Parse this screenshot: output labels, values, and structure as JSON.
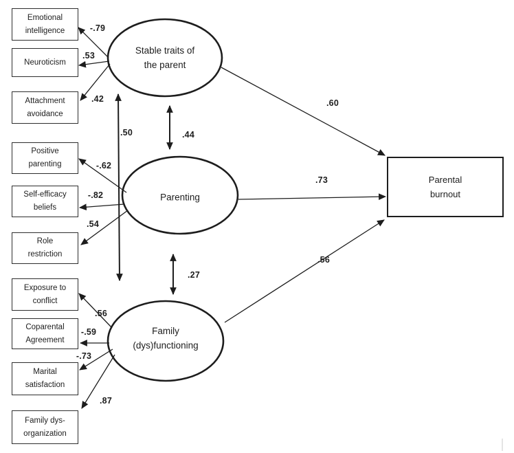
{
  "figure": {
    "background": "#ffffff",
    "line_color": "#1d1d1d"
  },
  "model": {
    "latents": [
      {
        "label": "Stable traits of\nthe parent"
      },
      {
        "label": "Parenting"
      },
      {
        "label": "Family\n(dys)functioning"
      }
    ],
    "outcome": {
      "label": "Parental\nburnout"
    },
    "indicators": [
      {
        "label": "Emotional\nintelligence",
        "loading": "-.79",
        "latent": "Stable traits of the parent"
      },
      {
        "label": "Neuroticism",
        "loading": ".53",
        "latent": "Stable traits of the parent"
      },
      {
        "label": "Attachment\navoidance",
        "loading": ".42",
        "latent": "Stable traits of the parent"
      },
      {
        "label": "Positive\nparenting",
        "loading": "-.62",
        "latent": "Parenting"
      },
      {
        "label": "Self-efficacy\nbeliefs",
        "loading": "-.82",
        "latent": "Parenting"
      },
      {
        "label": "Role\nrestriction",
        "loading": ".54",
        "latent": "Parenting"
      },
      {
        "label": "Exposure to\nconflict",
        "loading": ".56",
        "latent": "Family (dys)functioning"
      },
      {
        "label": "Coparental\nAgreement",
        "loading": "-.59",
        "latent": "Family (dys)functioning"
      },
      {
        "label": "Marital\nsatisfaction",
        "loading": "-.73",
        "latent": "Family (dys)functioning"
      },
      {
        "label": "Family dys-\norganization",
        "loading": ".87",
        "latent": "Family (dys)functioning"
      }
    ],
    "paths": [
      {
        "from": "Stable traits of the parent",
        "to": "Parental burnout",
        "value": ".60"
      },
      {
        "from": "Parenting",
        "to": "Parental burnout",
        "value": ".73"
      },
      {
        "from": "Family (dys)functioning",
        "to": "Parental burnout",
        "value": ".56"
      }
    ],
    "covariances": [
      {
        "between": "Stable traits of the parent and Parenting",
        "value": ".44"
      },
      {
        "between": "Parenting and Family (dys)functioning",
        "value": ".27"
      },
      {
        "between": "Stable traits of the parent and Family (dys)functioning",
        "value": ".50"
      }
    ]
  }
}
